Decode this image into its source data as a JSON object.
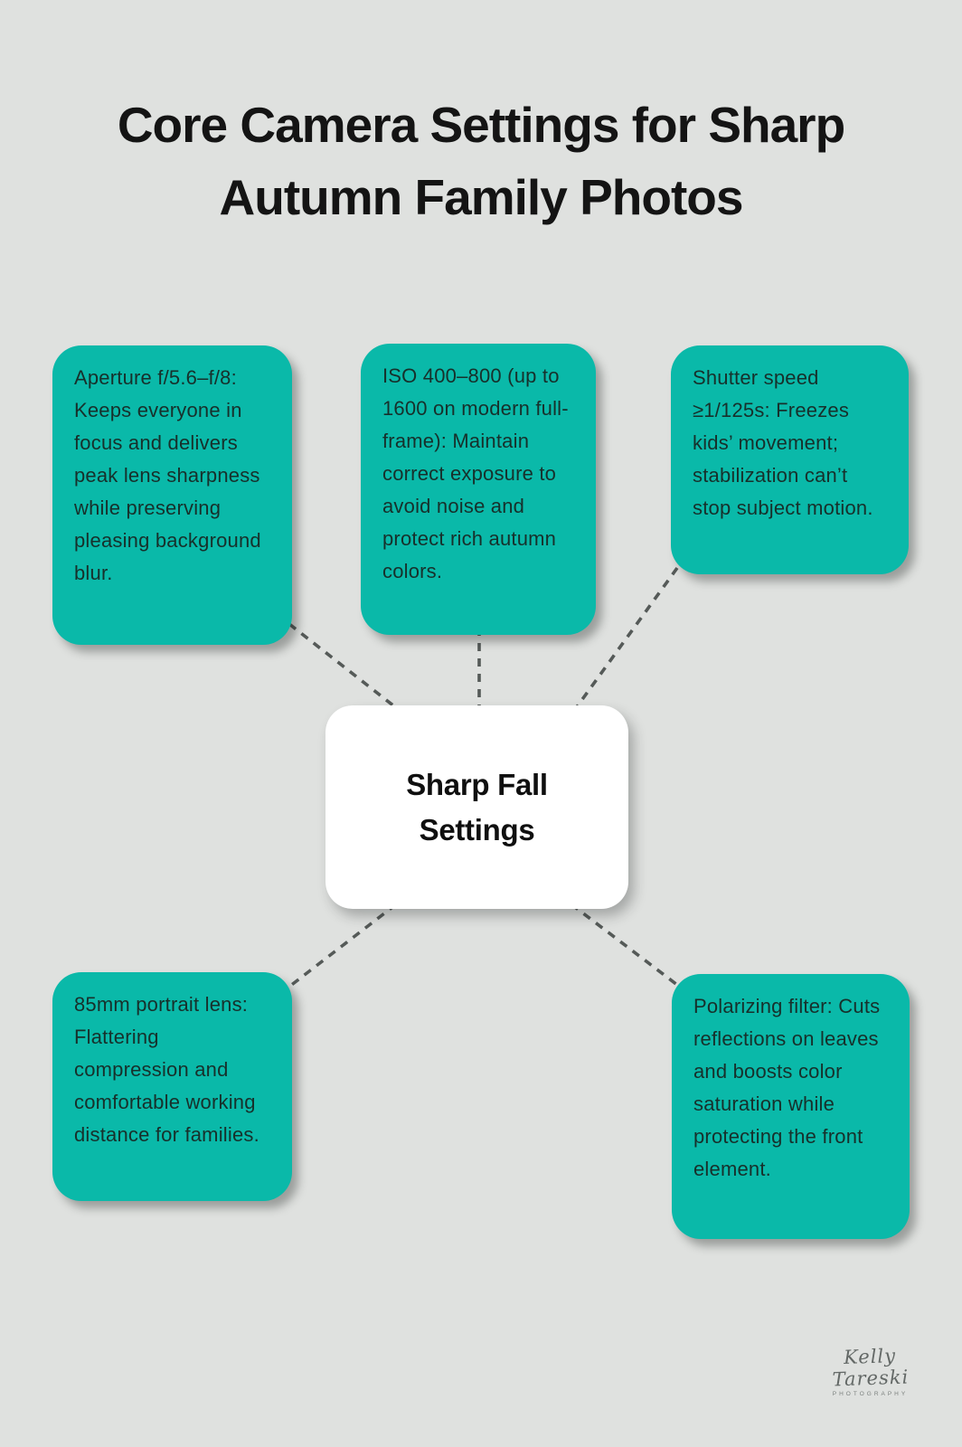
{
  "title": {
    "line1": "Core Camera Settings for Sharp",
    "line2": "Autumn Family Photos"
  },
  "center_node": {
    "label": "Sharp Fall Settings"
  },
  "nodes": [
    {
      "id": "aperture",
      "text": "Aperture f/5.6–f/8: Keeps everyone in focus and delivers peak lens sharpness while preserving pleasing background blur."
    },
    {
      "id": "iso",
      "text": "ISO 400–800 (up to 1600 on modern full-frame): Maintain correct exposure to avoid noise and protect rich autumn colors."
    },
    {
      "id": "shutter-speed",
      "text": "Shutter speed ≥1/125s: Freezes kids’ movement; stabilization can’t stop subject motion."
    },
    {
      "id": "portrait-lens",
      "text": "85mm portrait lens: Flattering compression and comfortable working distance for families."
    },
    {
      "id": "polarizing-filter",
      "text": "Polarizing filter: Cuts reflections on leaves and boosts color saturation while protecting the front element."
    }
  ],
  "watermark": {
    "name": "Kelly Tareski",
    "subtitle": "PHOTOGRAPHY"
  },
  "colors": {
    "background": "#dfe1df",
    "node_fill": "#0ab9a9",
    "node_text": "#17302b",
    "center_fill": "#ffffff",
    "center_text": "#0f0f0f",
    "title_text": "#141414",
    "connector": "#555a58",
    "watermark_text": "#484e4c"
  }
}
